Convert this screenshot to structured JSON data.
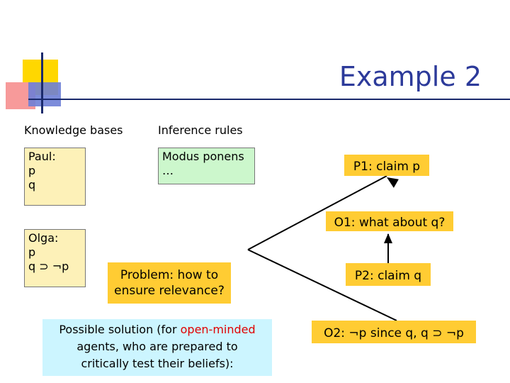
{
  "title": "Example 2",
  "headers": {
    "knowledge_bases": "Knowledge bases",
    "inference_rules": "Inference rules"
  },
  "paul": {
    "name": "Paul:",
    "lines": [
      "p",
      "q"
    ]
  },
  "olga": {
    "name": "Olga:",
    "lines": [
      "p",
      "q ⊃ ¬p"
    ]
  },
  "rules": {
    "lines": [
      "Modus ponens",
      "…"
    ]
  },
  "dialogue": {
    "p1": "P1: claim p",
    "o1": "O1: what about q?",
    "p2": "P2: claim q",
    "o2": "O2: ¬p since q, q ⊃ ¬p"
  },
  "problem": {
    "lines": [
      "Problem: how to",
      "ensure relevance?"
    ]
  },
  "solution": {
    "prefix": "Possible solution (for ",
    "highlight": "open-minded",
    "suffix": "agents, who are prepared to",
    "last": "critically test their beliefs):"
  },
  "colors": {
    "title": "#2c3a9a",
    "orange": "#ffcc33",
    "kb": "#fdf1b8",
    "rules": "#ccf7cc",
    "solution": "#ccf5ff",
    "highlight": "#e00000"
  }
}
